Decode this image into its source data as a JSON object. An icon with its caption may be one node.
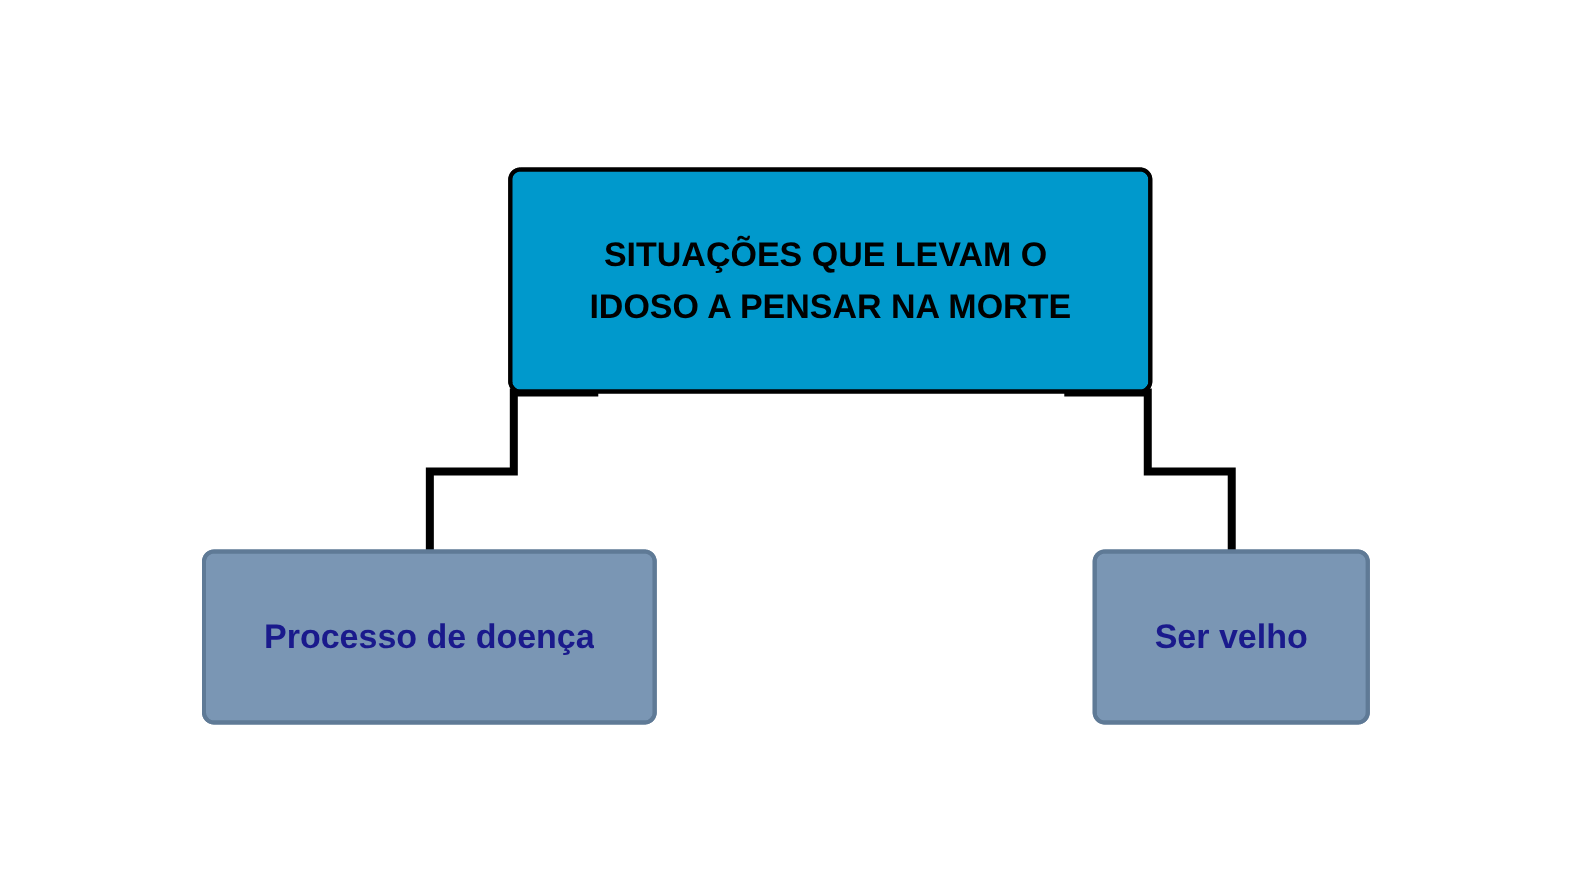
{
  "diagram": {
    "nodes": [
      {
        "text": [
          "SITUAÇÕES QUE LEVAM O IDOSO A PENSAR NA MORTE"
        ]
      },
      {
        "text": [
          "Processo de doença"
        ]
      },
      {
        "text": [
          "Ser velho"
        ]
      }
    ],
    "edges": [
      {
        "from": 0,
        "to": 1,
        "arrow": "none"
      },
      {
        "from": 0,
        "to": 2,
        "arrow": "none"
      }
    ]
  }
}
